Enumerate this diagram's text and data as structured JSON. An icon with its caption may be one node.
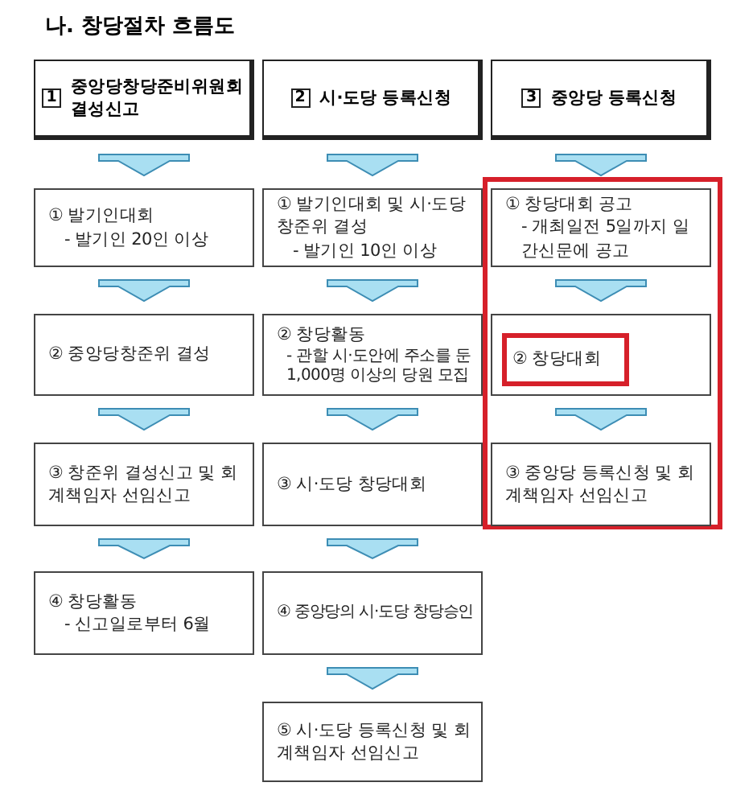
{
  "diagram": {
    "title": "나. 창당절차 흐름도",
    "nodes": [
      {
        "text": [
          "1",
          "중앙당창당준비위원회 결성신고"
        ]
      },
      {
        "text": [
          "2",
          "시·도당 등록신청"
        ]
      },
      {
        "text": [
          "3",
          "중앙당 등록신청"
        ]
      },
      {
        "text": [
          "① 발기인대회",
          "- 발기인 20인 이상"
        ]
      },
      {
        "text": [
          "① 발기인대회 및 시·도당창준위 결성",
          "- 발기인 10인 이상"
        ]
      },
      {
        "text": [],
        "shape": "box"
      },
      {
        "text": [
          "① 창당대회 공고",
          "- 개최일전 5일까지 일간신문에 공고"
        ],
        "in": 5
      },
      {
        "text": [
          "② 중앙당창준위 결성"
        ]
      },
      {
        "text": [
          "② 창당활동",
          "- 관할 시·도안에 주소를 둔 1,000명 이상의 당원 모집"
        ]
      },
      {
        "text": [],
        "shape": "box",
        "in": 5
      },
      {
        "text": [
          "② 창당대회"
        ],
        "in": 9
      },
      {
        "text": [
          "③ 창준위 결성신고 및 회계책임자 선임신고"
        ]
      },
      {
        "text": [
          "③ 시·도당 창당대회"
        ]
      },
      {
        "text": [
          "③ 중앙당 등록신청 및 회계책임자 선임신고"
        ],
        "in": 5
      },
      {
        "text": [
          "④ 창당활동",
          "- 신고일로부터 6월"
        ]
      },
      {
        "text": [
          "④ 중앙당의 시·도당 창당승인"
        ]
      },
      {
        "text": [
          "⑤ 시·도당 등록신청 및 회계책임자 선임신고"
        ]
      }
    ],
    "edges": [
      {
        "from": 0,
        "to": 3,
        "arrow": "to"
      },
      {
        "from": 3,
        "to": 7,
        "arrow": "to"
      },
      {
        "from": 7,
        "to": 11,
        "arrow": "to"
      },
      {
        "from": 11,
        "to": 14,
        "arrow": "to"
      },
      {
        "from": 1,
        "to": 4,
        "arrow": "to"
      },
      {
        "from": 4,
        "to": 8,
        "arrow": "to"
      },
      {
        "from": 8,
        "to": 12,
        "arrow": "to"
      },
      {
        "from": 12,
        "to": 15,
        "arrow": "to"
      },
      {
        "from": 15,
        "to": 16,
        "arrow": "to"
      },
      {
        "from": 2,
        "to": 6,
        "arrow": "to"
      },
      {
        "from": 6,
        "to": 9,
        "arrow": "to"
      },
      {
        "from": 9,
        "to": 13,
        "arrow": "to"
      }
    ]
  }
}
